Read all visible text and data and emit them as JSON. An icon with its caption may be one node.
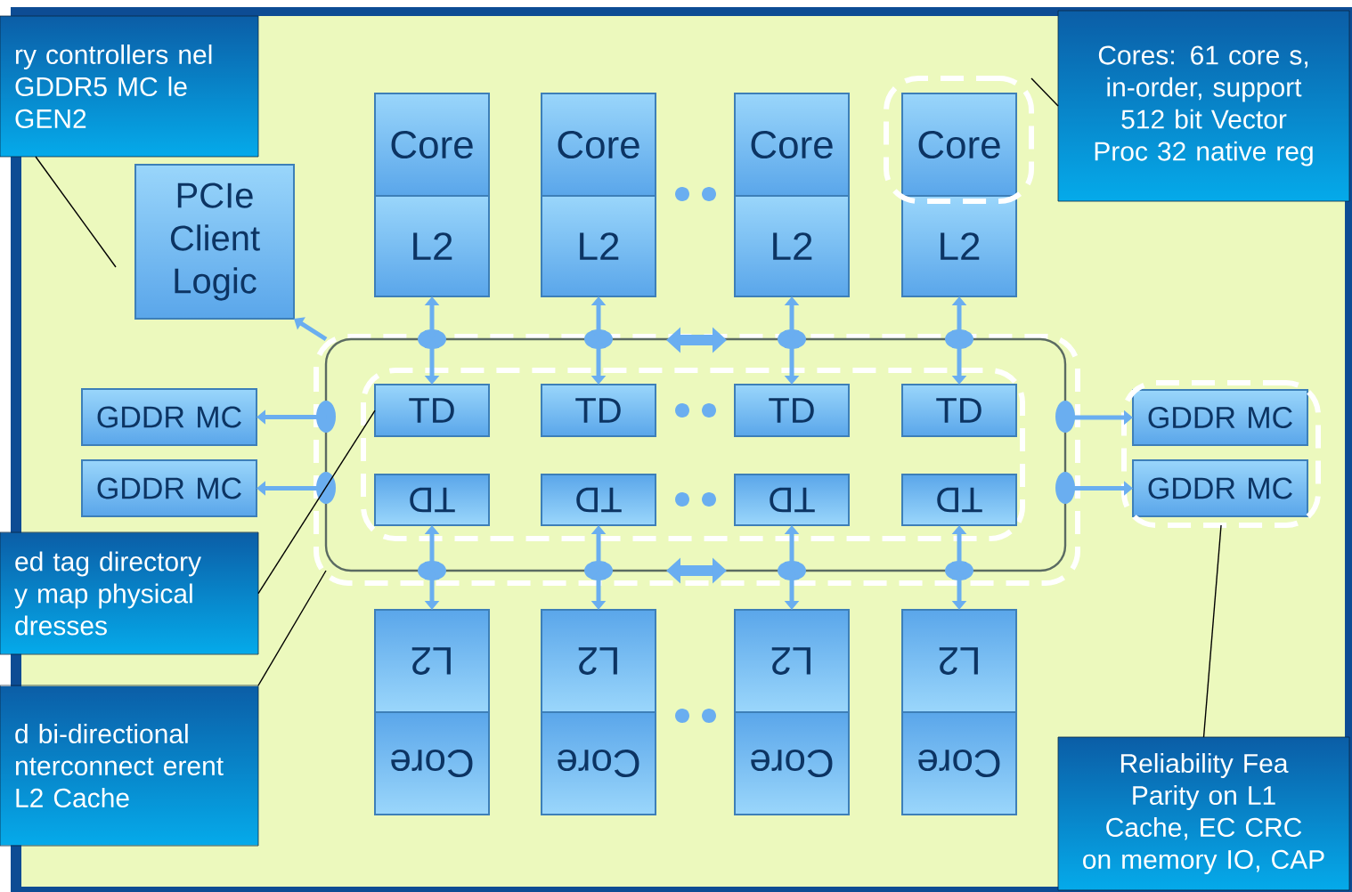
{
  "diagram": {
    "nodes": [
      {
        "text": [
          "ry controllers nel GDDR5 MC le GEN2"
        ]
      },
      {
        "text": [
          "PCIe Client Logic"
        ]
      },
      {
        "text": [
          "Core"
        ]
      },
      {
        "text": [
          "Core"
        ]
      },
      {
        "text": [
          "Core"
        ]
      },
      {
        "text": [
          "Core"
        ],
        "in": 11
      },
      {
        "text": [
          "L2"
        ]
      },
      {
        "text": [
          "L2"
        ]
      },
      {
        "text": [
          "L2"
        ]
      },
      {
        "text": [
          "L2"
        ]
      },
      {
        "text": [
          "Cores: 61 core s, in-order, support 512 bit Vector Proc 32 native reg"
        ]
      },
      {
        "text": [],
        "shape": "box"
      },
      {
        "text": [
          "GDDR MC"
        ]
      },
      {
        "text": [
          "GDDR MC"
        ]
      },
      {
        "text": [],
        "shape": "box"
      },
      {
        "text": [
          "TD"
        ],
        "in": 14
      },
      {
        "text": [
          "TD"
        ],
        "in": 14
      },
      {
        "text": [
          "TD"
        ],
        "in": 14
      },
      {
        "text": [
          "TD"
        ],
        "in": 14
      },
      {
        "text": [
          "TD"
        ],
        "in": 14
      },
      {
        "text": [
          "TD"
        ],
        "in": 14
      },
      {
        "text": [
          "TD"
        ],
        "in": 14
      },
      {
        "text": [
          "TD"
        ],
        "in": 14
      },
      {
        "text": [
          "GDDR MC"
        ],
        "in": 25
      },
      {
        "text": [
          "GDDR MC"
        ],
        "in": 25
      },
      {
        "text": [],
        "shape": "box"
      },
      {
        "text": [
          "ed tag directory y map physical dresses"
        ]
      },
      {
        "text": [
          "L2"
        ]
      },
      {
        "text": [
          "L2"
        ]
      },
      {
        "text": [
          "L2"
        ]
      },
      {
        "text": [
          "L2"
        ]
      },
      {
        "text": [
          "Core"
        ]
      },
      {
        "text": [
          "Core"
        ]
      },
      {
        "text": [
          "Core"
        ]
      },
      {
        "text": [
          "Core"
        ]
      },
      {
        "text": [
          "d bi-directional nterconnect erent L2 Cache"
        ]
      },
      {
        "text": [
          "Reliability Fea Parity on L1 Cache, EC CRC on memory IO, CAP"
        ]
      }
    ],
    "edges": [
      {
        "from": 6,
        "to": 14,
        "arrow": "both"
      },
      {
        "from": 7,
        "to": 14,
        "arrow": "both"
      },
      {
        "from": 8,
        "to": 14,
        "arrow": "both"
      },
      {
        "from": 9,
        "to": 14,
        "arrow": "both"
      },
      {
        "from": 14,
        "to": 15,
        "arrow": "both"
      },
      {
        "from": 14,
        "to": 16,
        "arrow": "both"
      },
      {
        "from": 14,
        "to": 17,
        "arrow": "both"
      },
      {
        "from": 14,
        "to": 18,
        "arrow": "both"
      },
      {
        "from": 19,
        "to": 14,
        "arrow": "both"
      },
      {
        "from": 20,
        "to": 14,
        "arrow": "both"
      },
      {
        "from": 21,
        "to": 14,
        "arrow": "both"
      },
      {
        "from": 22,
        "to": 14,
        "arrow": "both"
      },
      {
        "from": 14,
        "to": 27,
        "arrow": "both"
      },
      {
        "from": 14,
        "to": 28,
        "arrow": "both"
      },
      {
        "from": 14,
        "to": 29,
        "arrow": "both"
      },
      {
        "from": 14,
        "to": 30,
        "arrow": "both"
      },
      {
        "from": 14,
        "to": 12,
        "arrow": "to"
      },
      {
        "from": 14,
        "to": 13,
        "arrow": "to"
      },
      {
        "from": 14,
        "to": 23,
        "arrow": "to"
      },
      {
        "from": 14,
        "to": 24,
        "arrow": "to"
      },
      {
        "from": 14,
        "to": 1,
        "arrow": "to"
      },
      {
        "from": 0,
        "to": null,
        "arrow": "none",
        "color": "#000000"
      },
      {
        "from": 10,
        "to": 11,
        "arrow": "none",
        "color": "#000000"
      },
      {
        "from": 26,
        "to": 15,
        "arrow": "none",
        "color": "#000000"
      },
      {
        "from": 35,
        "to": 14,
        "arrow": "none",
        "color": "#000000"
      },
      {
        "from": 36,
        "to": 25,
        "arrow": "none",
        "color": "#000000"
      }
    ]
  }
}
